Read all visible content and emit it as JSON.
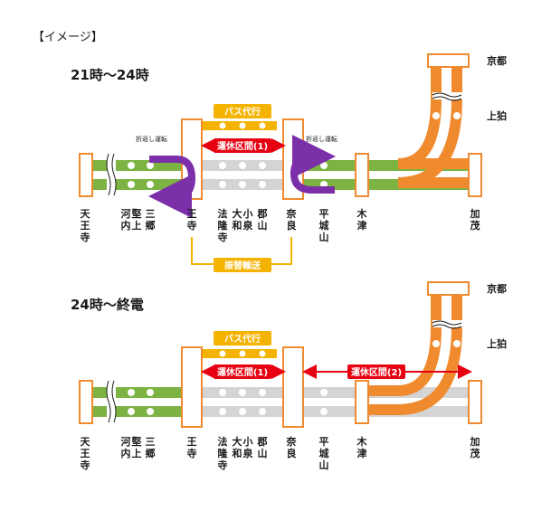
{
  "title": "【イメージ】",
  "colors": {
    "jr_green": "#7cb342",
    "orange": "#f08a2e",
    "suspended_gray": "#d4d4d4",
    "bus_yellow": "#f5b301",
    "red": "#e60012",
    "purple": "#7b2fa8",
    "stop_border": "#f08a2e"
  },
  "section_a": {
    "time": "21時〜24時",
    "bus_label": "バス代行",
    "suspended_label": "運休区間(1)",
    "turnback_left": "折返し運転",
    "turnback_right": "折返し運転",
    "transfer_label": "振替輸送"
  },
  "section_b": {
    "time": "24時〜終電",
    "bus_label": "バス代行",
    "suspended_label_1": "運休区間(1)",
    "suspended_label_2": "運休区間(2)"
  },
  "branch_stations": [
    "京都",
    "上狛"
  ],
  "stations": [
    {
      "id": "tennoji",
      "name": "天王寺"
    },
    {
      "id": "kawachikatakami",
      "name": "河内堅上"
    },
    {
      "id": "sango",
      "name": "三郷"
    },
    {
      "id": "oji",
      "name": "王寺"
    },
    {
      "id": "horyuji",
      "name": "法隆寺"
    },
    {
      "id": "yamatokoizumi",
      "name": "大和小泉"
    },
    {
      "id": "koriyama",
      "name": "郡山"
    },
    {
      "id": "nara",
      "name": "奈良"
    },
    {
      "id": "heijoyama",
      "name": "平城山"
    },
    {
      "id": "kizu",
      "name": "木津"
    },
    {
      "id": "kamo",
      "name": "加茂"
    }
  ]
}
